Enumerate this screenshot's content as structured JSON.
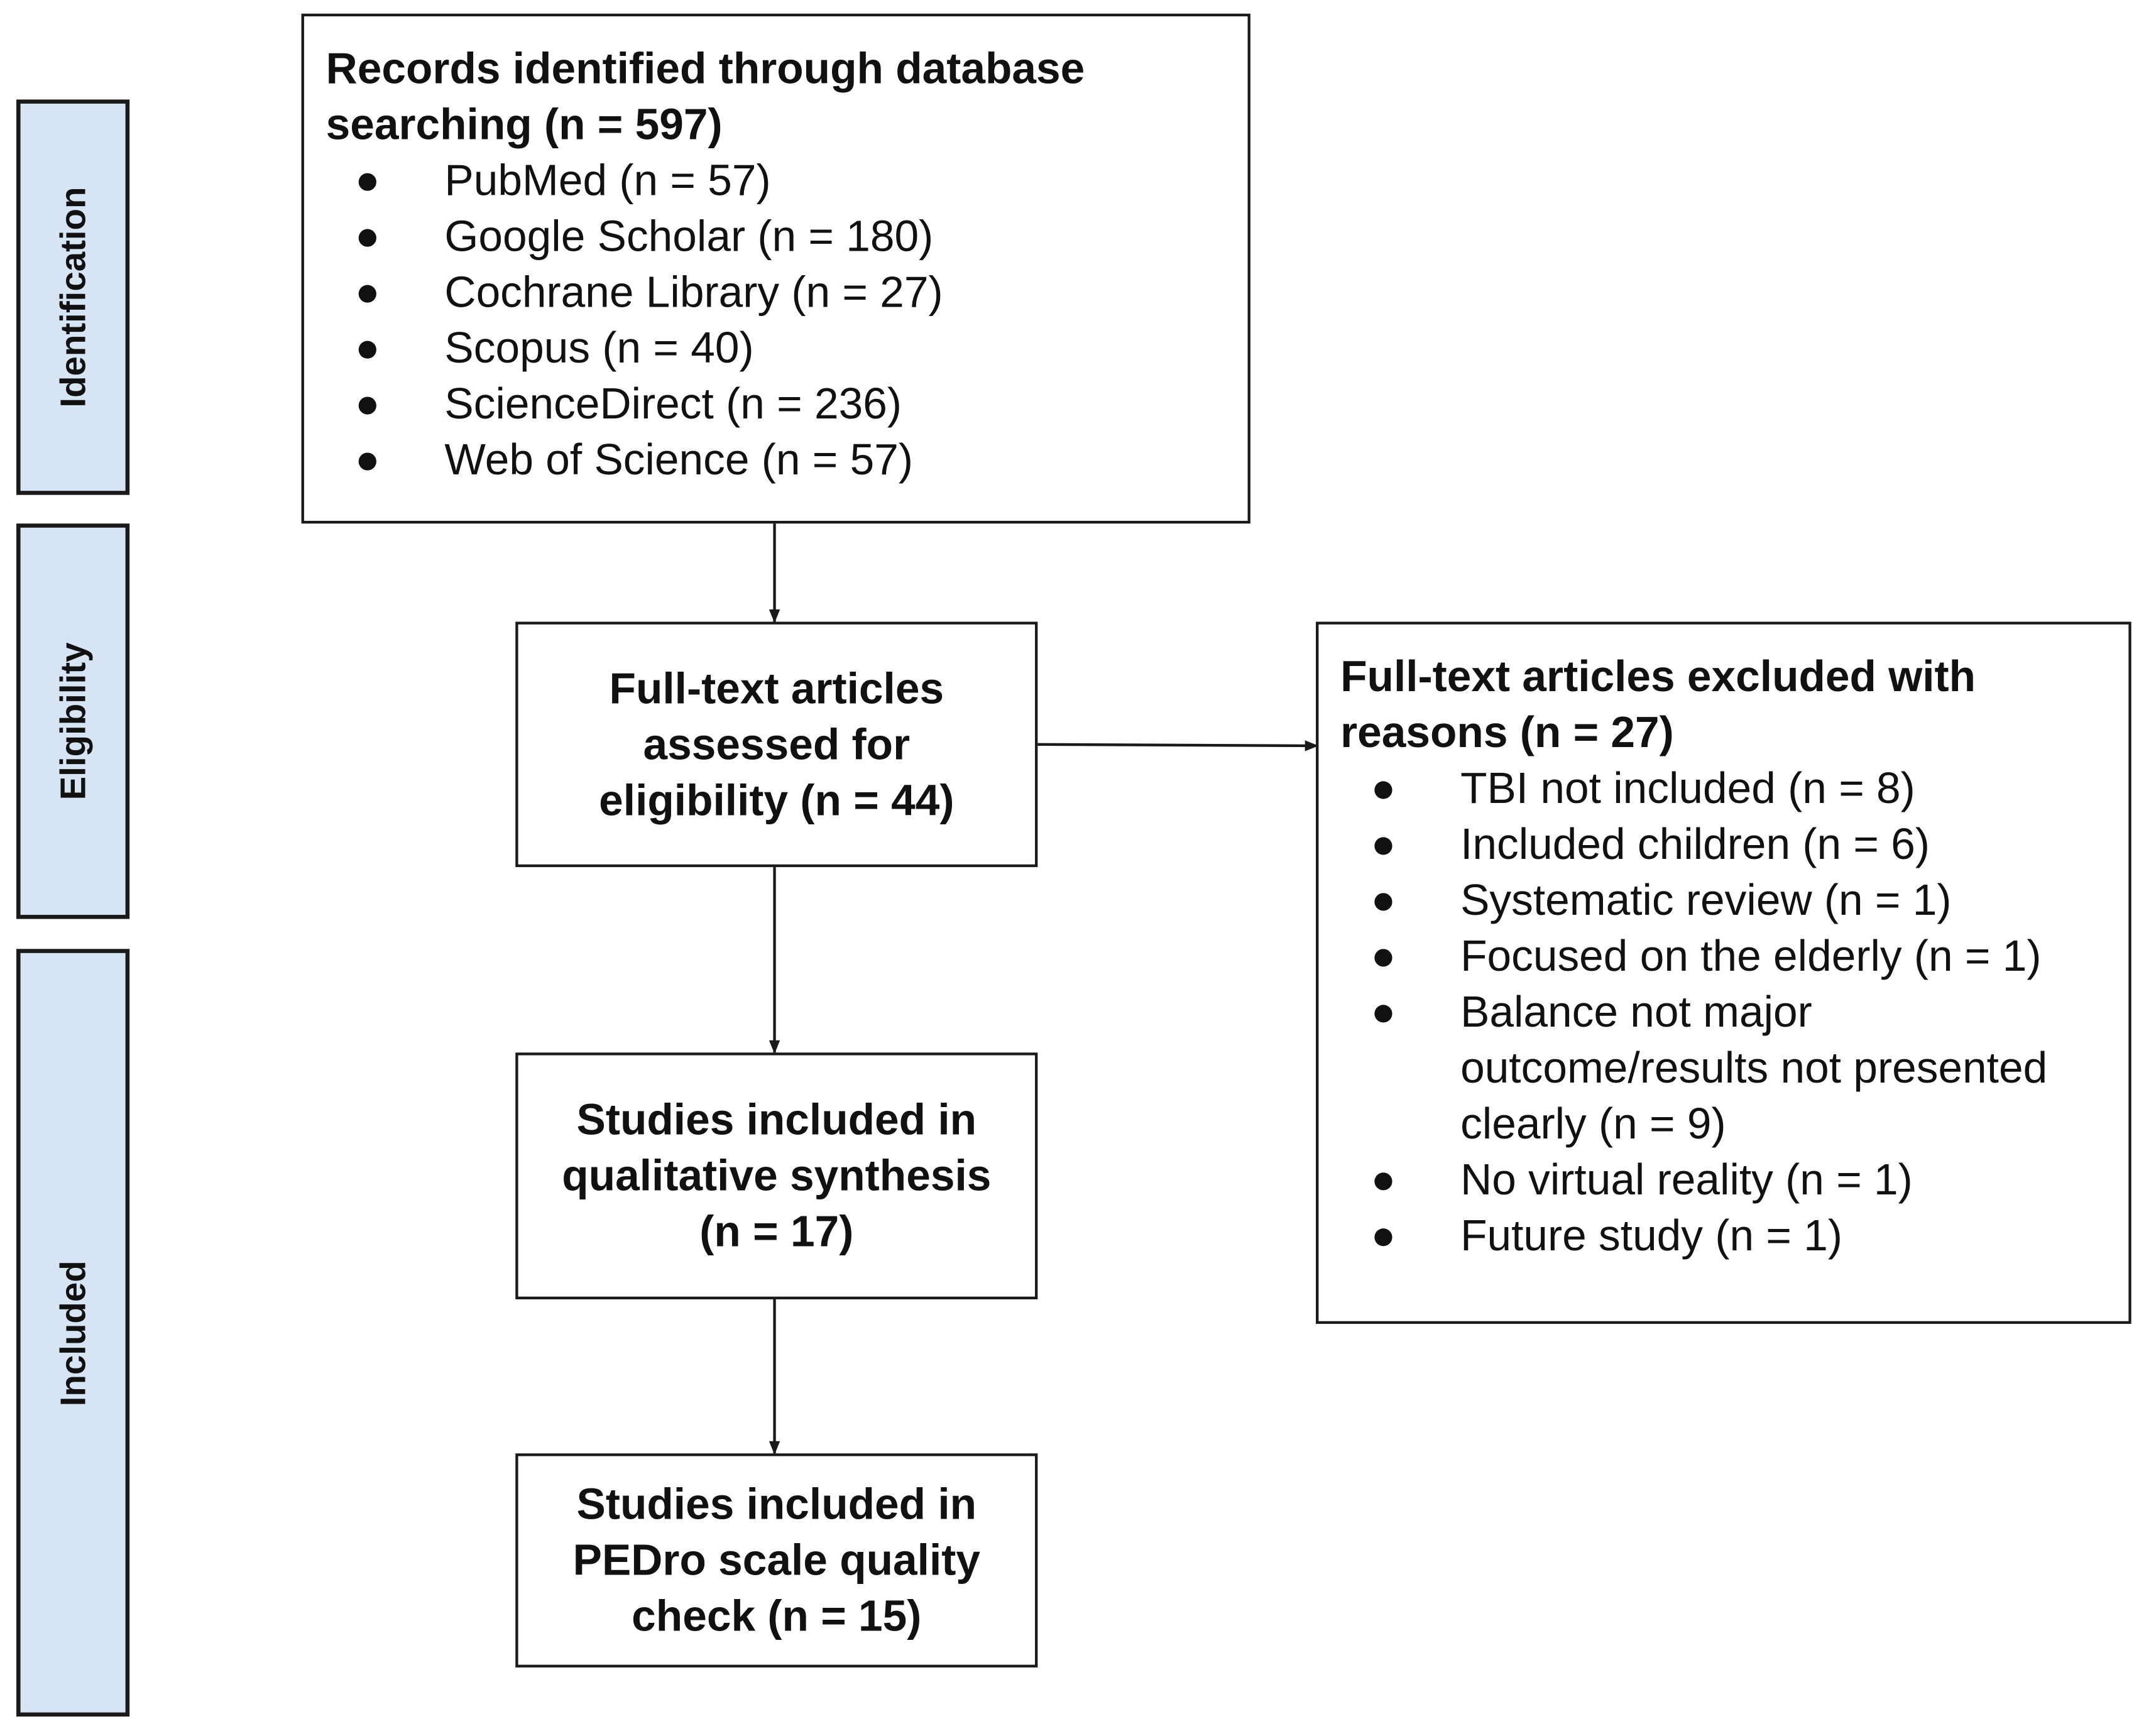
{
  "phases": {
    "identification": "Identification",
    "eligibility": "Eligibility",
    "included": "Included"
  },
  "records": {
    "title": "Records identified through database searching (n = 597)",
    "items": [
      "PubMed (n = 57)",
      "Google Scholar (n = 180)",
      "Cochrane Library (n = 27)",
      "Scopus (n = 40)",
      "ScienceDirect (n = 236)",
      "Web of Science (n = 57)"
    ]
  },
  "fulltext": {
    "title": "Full-text articles assessed for eligibility (n = 44)"
  },
  "excluded": {
    "title": "Full-text articles excluded with reasons (n = 27)",
    "items": [
      "TBI not included (n = 8)",
      "Included children (n = 6)",
      "Systematic review (n = 1)",
      "Focused on the elderly (n = 1)",
      "Balance not major outcome/results not presented clearly (n = 9)",
      "No virtual reality (n = 1)",
      "Future study (n = 1)"
    ]
  },
  "qualitative": {
    "title": "Studies included in qualitative synthesis (n = 17)"
  },
  "pedro": {
    "title": "Studies included in PEDro scale quality check (n = 15)"
  }
}
